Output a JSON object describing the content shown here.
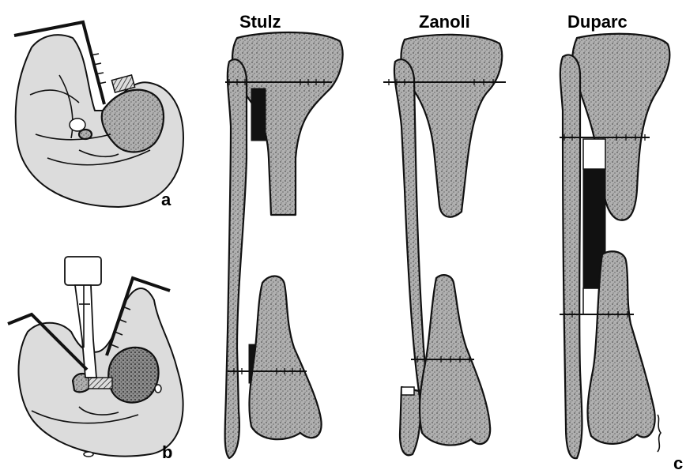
{
  "figure": {
    "column_titles": {
      "stulz": "Stulz",
      "zanoli": "Zanoli",
      "duparc": "Duparc"
    },
    "panel_labels": {
      "a": "a",
      "b": "b",
      "c": "c"
    }
  }
}
